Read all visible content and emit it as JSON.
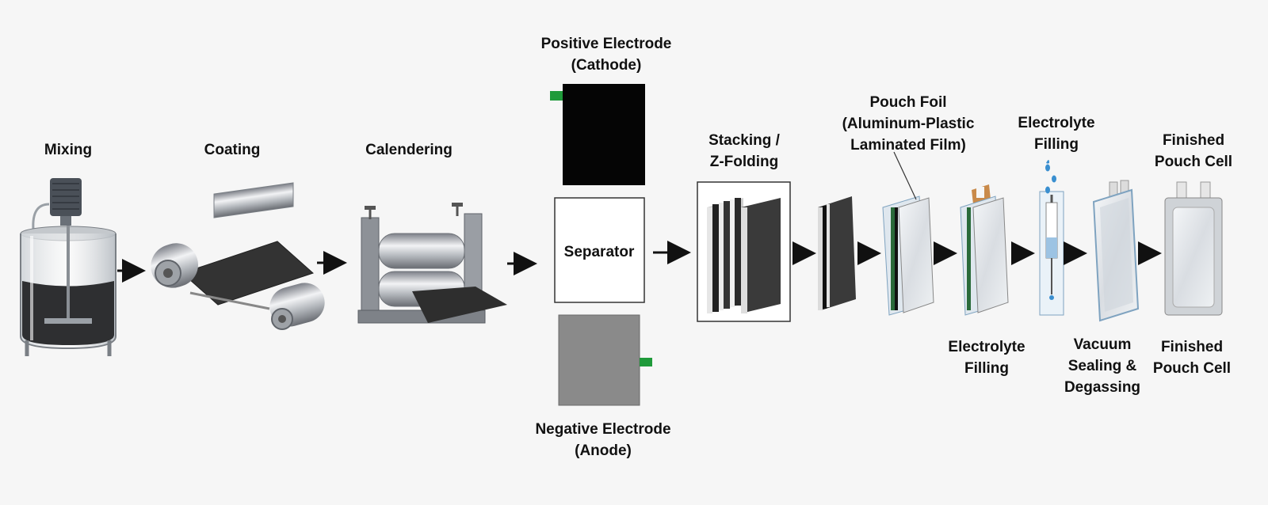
{
  "labels": {
    "mixing": "Mixing",
    "coating": "Coating",
    "calendering": "Calendering",
    "positive_electrode": [
      "Positive Electrode",
      "(Cathode)"
    ],
    "separator": "Separator",
    "negative_electrode": [
      "Negative Electrode",
      "(Anode)"
    ],
    "stacking": [
      "Stacking /",
      "Z-Folding"
    ],
    "pouch_foil": [
      "Pouch Foil",
      "(Aluminum-Plastic",
      "Laminated Film)"
    ],
    "electrolyte_filling_top": [
      "Electrolyte",
      "Filling"
    ],
    "finished_top": [
      "Finished",
      "Pouch Cell"
    ],
    "electrolyte_filling_bottom": [
      "Electrolyte",
      "Filling"
    ],
    "vacuum_sealing": [
      "Vacuum",
      "Sealing &",
      "Degassing"
    ],
    "finished_bottom": [
      "Finished",
      "Pouch Cell"
    ]
  },
  "colors": {
    "cathode": "#050505",
    "anode": "#8a8a8a",
    "tab": "#1f9a3a",
    "copper_tab": "#c98a4a",
    "electrolyte_drop": "#3a8fd0",
    "arrow": "#111111"
  }
}
